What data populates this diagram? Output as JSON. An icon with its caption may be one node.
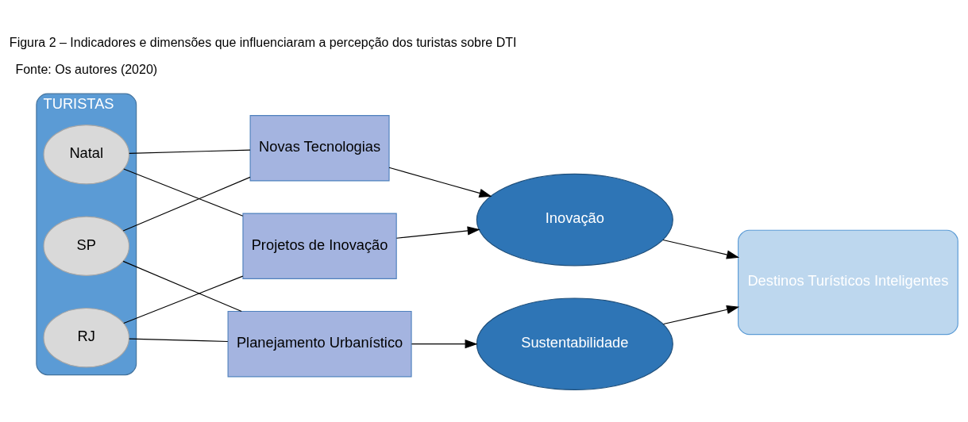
{
  "diagram": {
    "title": "Figura 2 – Indicadores e dimensões que influenciaram a percepção dos turistas sobre DTI",
    "caption": "Fonte: Os autores (2020)",
    "nodes": [
      {
        "text": [
          "TURISTAS"
        ]
      },
      {
        "text": [
          "Natal"
        ],
        "in": 0
      },
      {
        "text": [
          "RJ"
        ],
        "in": 0
      },
      {
        "text": [
          "SP"
        ],
        "in": 0
      },
      {
        "text": [
          "Novas Tecnologias"
        ]
      },
      {
        "text": [
          "Projetos de Inovação"
        ]
      },
      {
        "text": [
          "Planejamento Urbanístico"
        ]
      },
      {
        "text": [
          "Inovação"
        ]
      },
      {
        "text": [
          "Sustentabilidade"
        ]
      },
      {
        "text": [
          "Destinos Turísticos Inteligentes"
        ]
      }
    ],
    "edges": [
      {
        "from": 1,
        "to": 4,
        "arrow": "none"
      },
      {
        "from": 1,
        "to": 5,
        "arrow": "none"
      },
      {
        "from": 2,
        "to": 5,
        "arrow": "none"
      },
      {
        "from": 2,
        "to": 6,
        "arrow": "none"
      },
      {
        "from": 3,
        "to": 4,
        "arrow": "none"
      },
      {
        "from": 3,
        "to": 6,
        "arrow": "none"
      },
      {
        "from": 4,
        "to": 7,
        "arrow": "to"
      },
      {
        "from": 5,
        "to": 7,
        "arrow": "to"
      },
      {
        "from": 6,
        "to": 8,
        "arrow": "to"
      },
      {
        "from": 7,
        "to": 9,
        "arrow": "to"
      },
      {
        "from": 8,
        "to": 9,
        "arrow": "to"
      }
    ]
  }
}
